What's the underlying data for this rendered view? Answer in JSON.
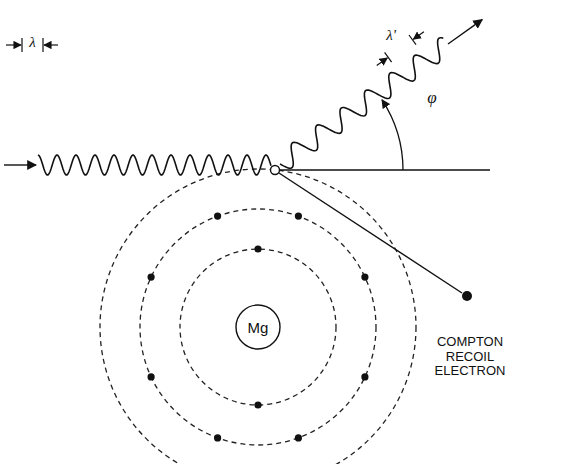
{
  "diagram": {
    "nodes": [
      {
        "text": [
          "Mg"
        ]
      }
    ],
    "labels": [
      "λ",
      "λ'",
      "φ",
      "COMPTON RECOIL ELECTRON"
    ]
  }
}
